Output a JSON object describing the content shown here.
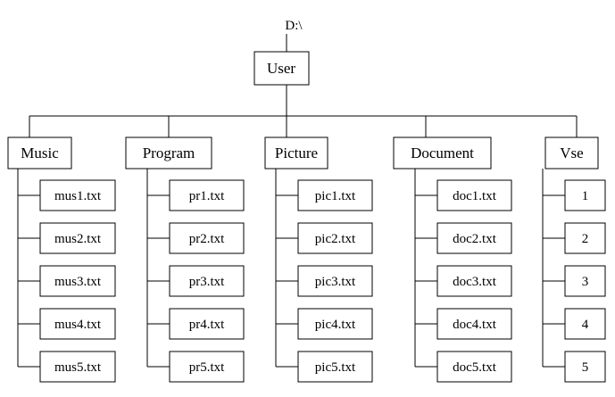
{
  "root_label": "D:\\",
  "user_label": "User",
  "folders": [
    {
      "label": "Music",
      "files": [
        "mus1.txt",
        "mus2.txt",
        "mus3.txt",
        "mus4.txt",
        "mus5.txt"
      ]
    },
    {
      "label": "Program",
      "files": [
        "pr1.txt",
        "pr2.txt",
        "pr3.txt",
        "pr4.txt",
        "pr5.txt"
      ]
    },
    {
      "label": "Picture",
      "files": [
        "pic1.txt",
        "pic2.txt",
        "pic3.txt",
        "pic4.txt",
        "pic5.txt"
      ]
    },
    {
      "label": "Document",
      "files": [
        "doc1.txt",
        "doc2.txt",
        "doc3.txt",
        "doc4.txt",
        "doc5.txt"
      ]
    },
    {
      "label": "Vse",
      "files": [
        "1",
        "2",
        "3",
        "4",
        "5"
      ]
    }
  ]
}
